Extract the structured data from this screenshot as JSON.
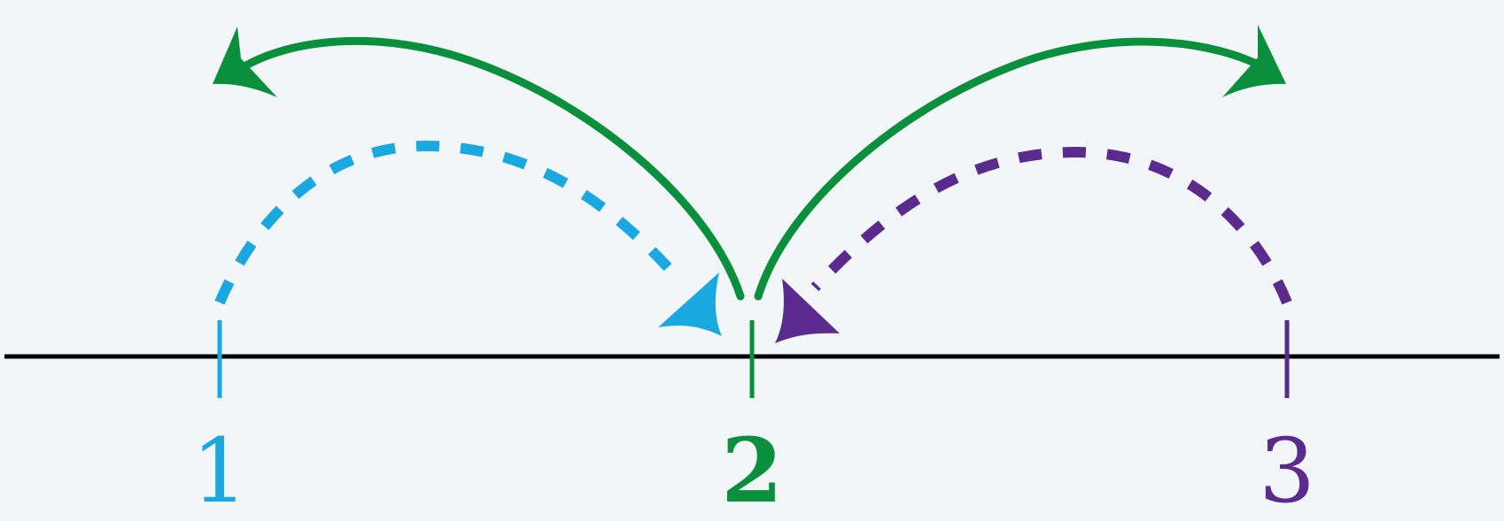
{
  "colors": {
    "background": "#f2f6f8",
    "axis": "#000000",
    "cyan": "#1aa8e0",
    "green": "#0a8f3c",
    "purple": "#5a2a8e"
  },
  "points": [
    {
      "label": "1",
      "color": "#1aa8e0"
    },
    {
      "label": "2",
      "color": "#0a8f3c"
    },
    {
      "label": "3",
      "color": "#5a2a8e"
    }
  ],
  "arrows": [
    {
      "from": "2",
      "to": "1",
      "style": "solid",
      "color": "#0a8f3c"
    },
    {
      "from": "2",
      "to": "3",
      "style": "solid",
      "color": "#0a8f3c"
    },
    {
      "from": "1",
      "to": "2",
      "style": "dashed",
      "color": "#1aa8e0"
    },
    {
      "from": "3",
      "to": "2",
      "style": "dashed",
      "color": "#5a2a8e"
    }
  ]
}
